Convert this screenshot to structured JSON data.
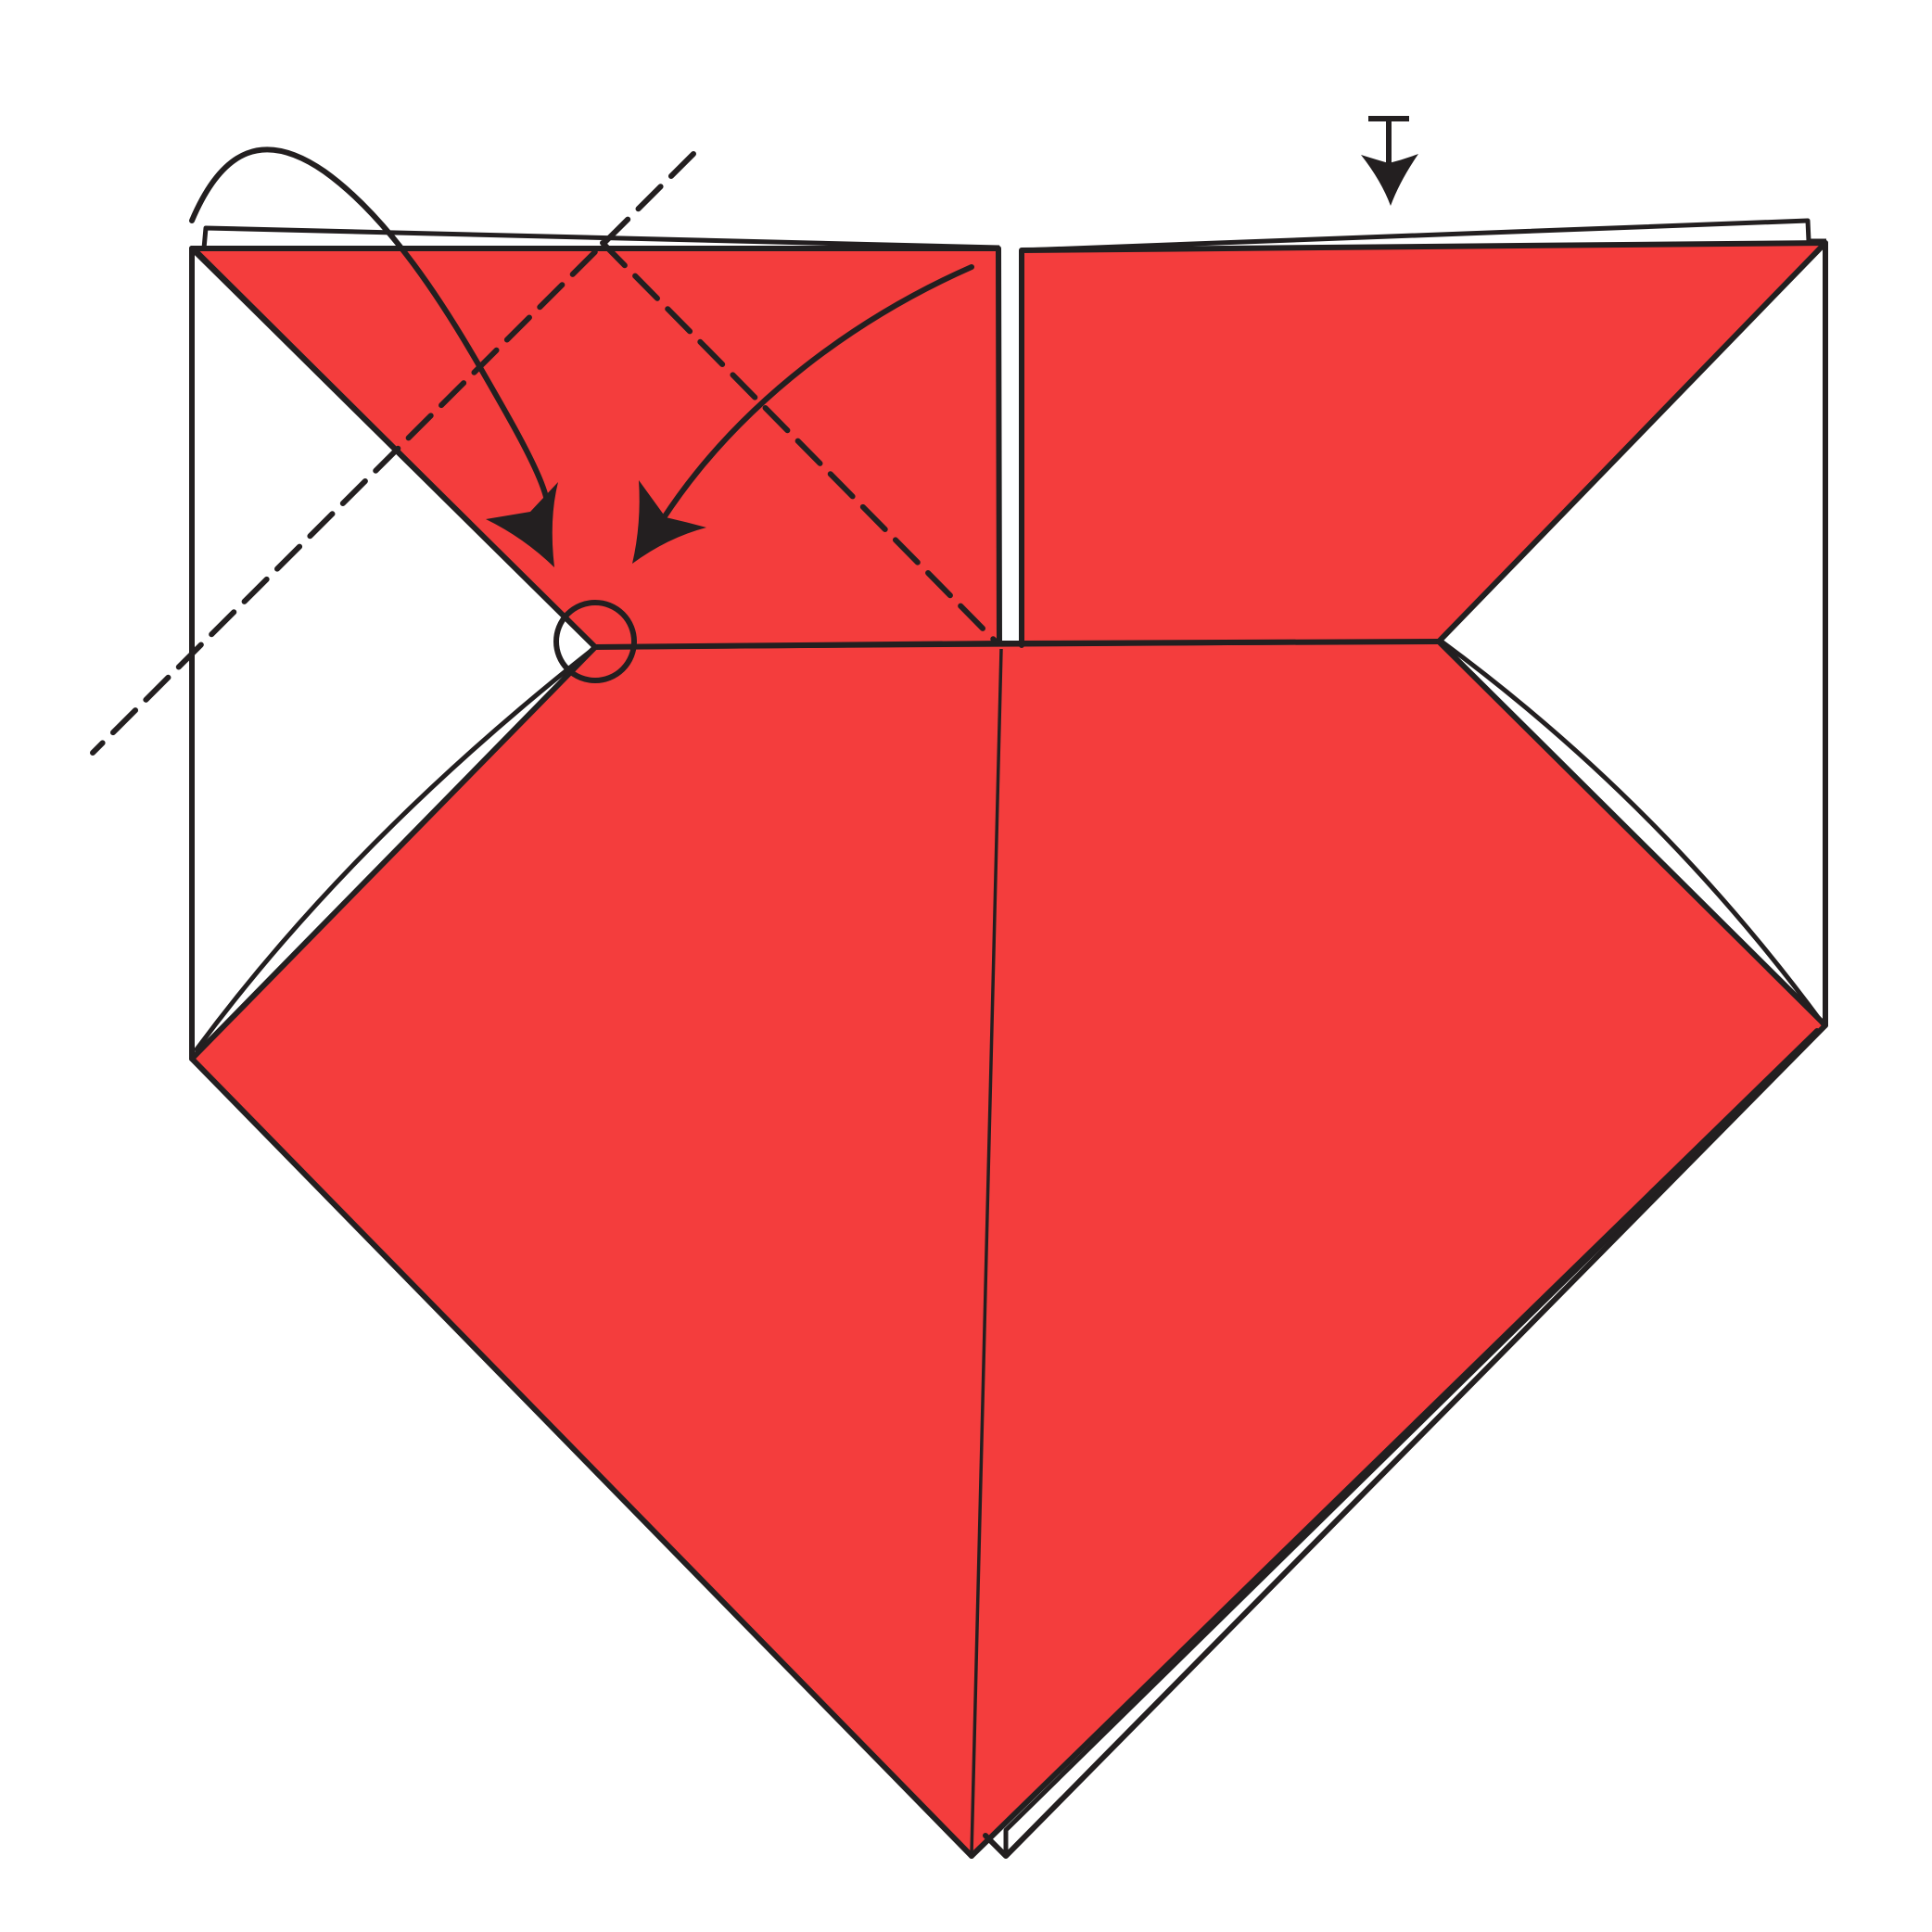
{
  "diagram": {
    "type": "origami-step",
    "colors": {
      "paper_front": "#F43D3D",
      "paper_back": "#FFFFFF",
      "line": "#231F20",
      "background": "#FFFFFF"
    },
    "symbols": [
      "valley-fold-arrow",
      "mountain-fold-arrow",
      "valley-fold-line",
      "reference-point-circle",
      "unfold-arrow"
    ]
  }
}
